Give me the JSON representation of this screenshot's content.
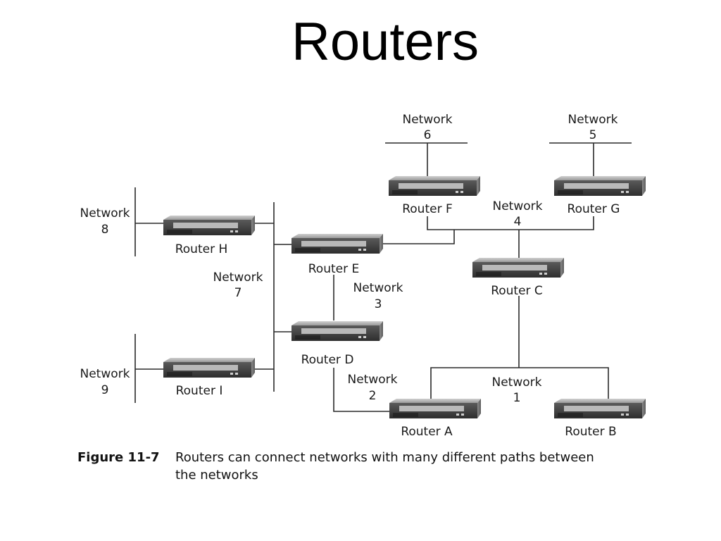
{
  "slide": {
    "title": "Routers"
  },
  "routers": {
    "A": "Router A",
    "B": "Router B",
    "C": "Router C",
    "D": "Router D",
    "E": "Router E",
    "F": "Router F",
    "G": "Router G",
    "H": "Router H",
    "I": "Router I"
  },
  "networks": {
    "n1": {
      "word": "Network",
      "num": "1"
    },
    "n2": {
      "word": "Network",
      "num": "2"
    },
    "n3": {
      "word": "Network",
      "num": "3"
    },
    "n4": {
      "word": "Network",
      "num": "4"
    },
    "n5": {
      "word": "Network",
      "num": "5"
    },
    "n6": {
      "word": "Network",
      "num": "6"
    },
    "n7": {
      "word": "Network",
      "num": "7"
    },
    "n8": {
      "word": "Network",
      "num": "8"
    },
    "n9": {
      "word": "Network",
      "num": "9"
    }
  },
  "caption": {
    "figure": "Figure 11-7",
    "line1": "Routers can connect networks with many different paths between",
    "line2": "the networks"
  }
}
